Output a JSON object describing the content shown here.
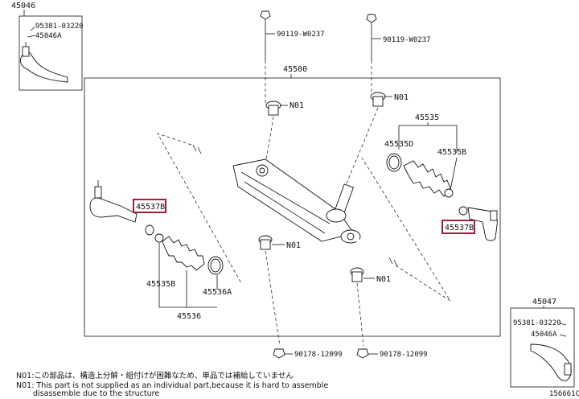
{
  "parts": {
    "p45046": "45046",
    "p95381_a": "95381-03220",
    "p45046a_a": "45046A",
    "p90119_a": "90119-W0237",
    "p90119_b": "90119-W0237",
    "p45500": "45500",
    "n01_a": "N01",
    "n01_b": "N01",
    "n01_c": "N01",
    "n01_d": "N01",
    "p45535": "45535",
    "p45535d": "45535D",
    "p45535b_r": "45535B",
    "p45537b_l": "45537B",
    "p45537b_r": "45537B",
    "p45535b_l": "45535B",
    "p45536a": "45536A",
    "p45536": "45536",
    "p45047": "45047",
    "p95381_b": "95381-03220",
    "p45046a_b": "45046A",
    "p90178_a": "90178-12099",
    "p90178_b": "90178-12099"
  },
  "notes": {
    "line1": "N01:この部品は、構造上分解・組付けが困難なため、単品では補給していません",
    "line2_a": "N01: This part is not supplied as an individual part,because it is hard to assemble",
    "line2_b": "disassemble due to the structure"
  },
  "figure_id": "156661C",
  "colors": {
    "highlight": "#a01e3c",
    "ink": "#111111"
  }
}
